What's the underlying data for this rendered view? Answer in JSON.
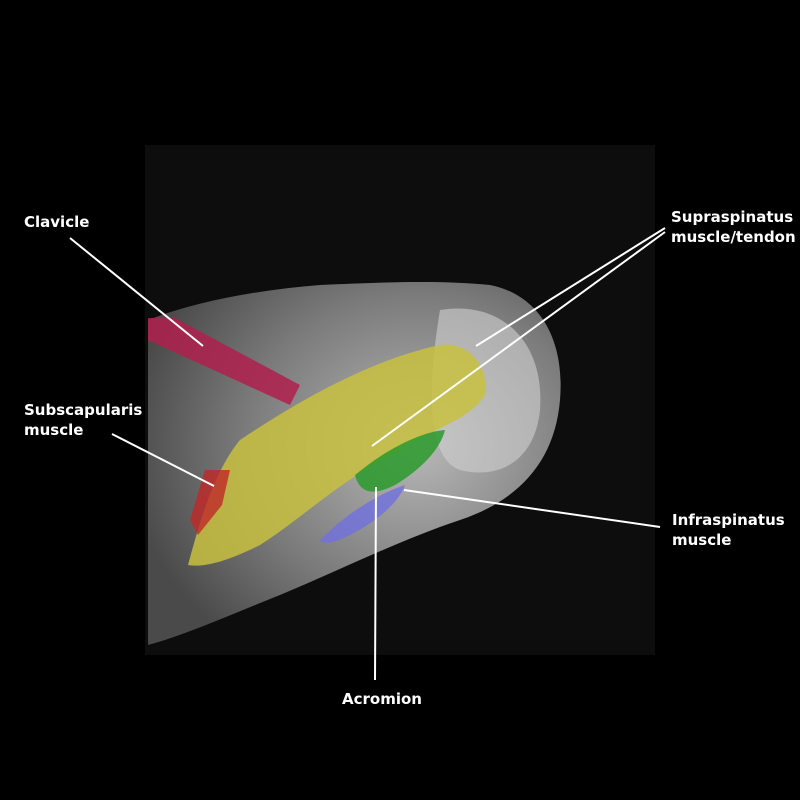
{
  "labels": {
    "clavicle": "Clavicle",
    "supraspinatus_1": "Supraspinatus",
    "supraspinatus_2": "muscle/tendon",
    "subscapularis_1": "Subscapularis",
    "subscapularis_2": "muscle",
    "infraspinatus_1": "Infraspinatus",
    "infraspinatus_2": "muscle",
    "acromion": "Acromion"
  },
  "colors": {
    "clavicle": "#b0204e",
    "supraspinatus": "#c8c040",
    "subscapularis": "#c02828",
    "infraspinatus": "#2a9a2a",
    "acromion": "#7070e0"
  }
}
